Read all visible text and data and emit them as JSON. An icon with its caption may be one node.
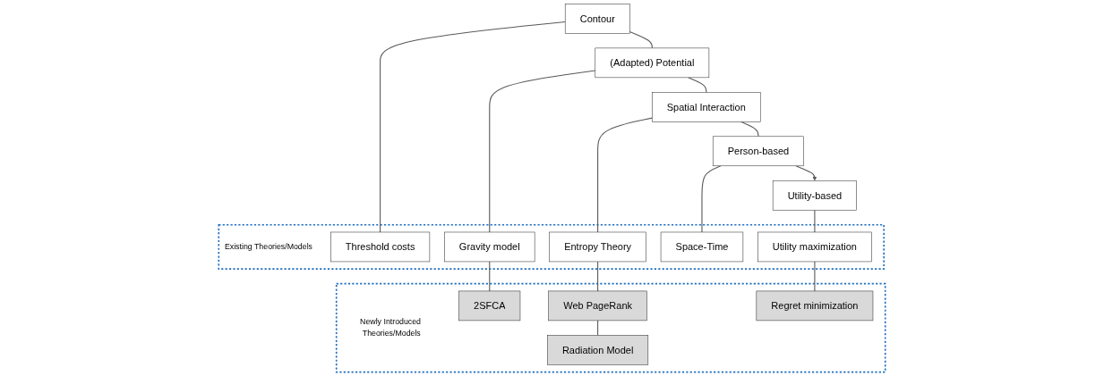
{
  "diagram": {
    "nodes": [
      {
        "text": [
          "Contour"
        ]
      },
      {
        "text": [
          "(Adapted) Potential"
        ]
      },
      {
        "text": [
          "Spatial Interaction"
        ]
      },
      {
        "text": [
          "Person-based"
        ]
      },
      {
        "text": [
          "Utility-based"
        ]
      },
      {
        "text": [
          "Existing Theories/Models"
        ]
      },
      {
        "text": [
          "Threshold costs"
        ],
        "in": 5
      },
      {
        "text": [
          "Gravity model"
        ],
        "in": 5
      },
      {
        "text": [
          "Entropy Theory"
        ],
        "in": 5
      },
      {
        "text": [
          "Space-Time"
        ],
        "in": 5
      },
      {
        "text": [
          "Utility maximization"
        ],
        "in": 5
      },
      {
        "text": [
          "Newly Introduced Theories/Models"
        ]
      },
      {
        "text": [
          "2SFCA"
        ],
        "in": 11
      },
      {
        "text": [
          "Web PageRank"
        ],
        "in": 11
      },
      {
        "text": [
          "Radiation Model"
        ],
        "in": 11
      },
      {
        "text": [
          "Regret minimization"
        ],
        "in": 11
      }
    ],
    "edges": [
      {
        "from": 0,
        "to": 1,
        "arrow": "none"
      },
      {
        "from": 1,
        "to": 2,
        "arrow": "none"
      },
      {
        "from": 2,
        "to": 3,
        "arrow": "none"
      },
      {
        "from": 3,
        "to": 4,
        "arrow": "to"
      },
      {
        "from": 0,
        "to": 6,
        "arrow": "none"
      },
      {
        "from": 1,
        "to": 7,
        "arrow": "none"
      },
      {
        "from": 2,
        "to": 8,
        "arrow": "none"
      },
      {
        "from": 3,
        "to": 9,
        "arrow": "none"
      },
      {
        "from": 4,
        "to": 10,
        "arrow": "none"
      },
      {
        "from": 7,
        "to": 12,
        "arrow": "none"
      },
      {
        "from": 8,
        "to": 13,
        "arrow": "none"
      },
      {
        "from": 13,
        "to": 14,
        "arrow": "none"
      },
      {
        "from": 10,
        "to": 15,
        "arrow": "none"
      }
    ]
  }
}
